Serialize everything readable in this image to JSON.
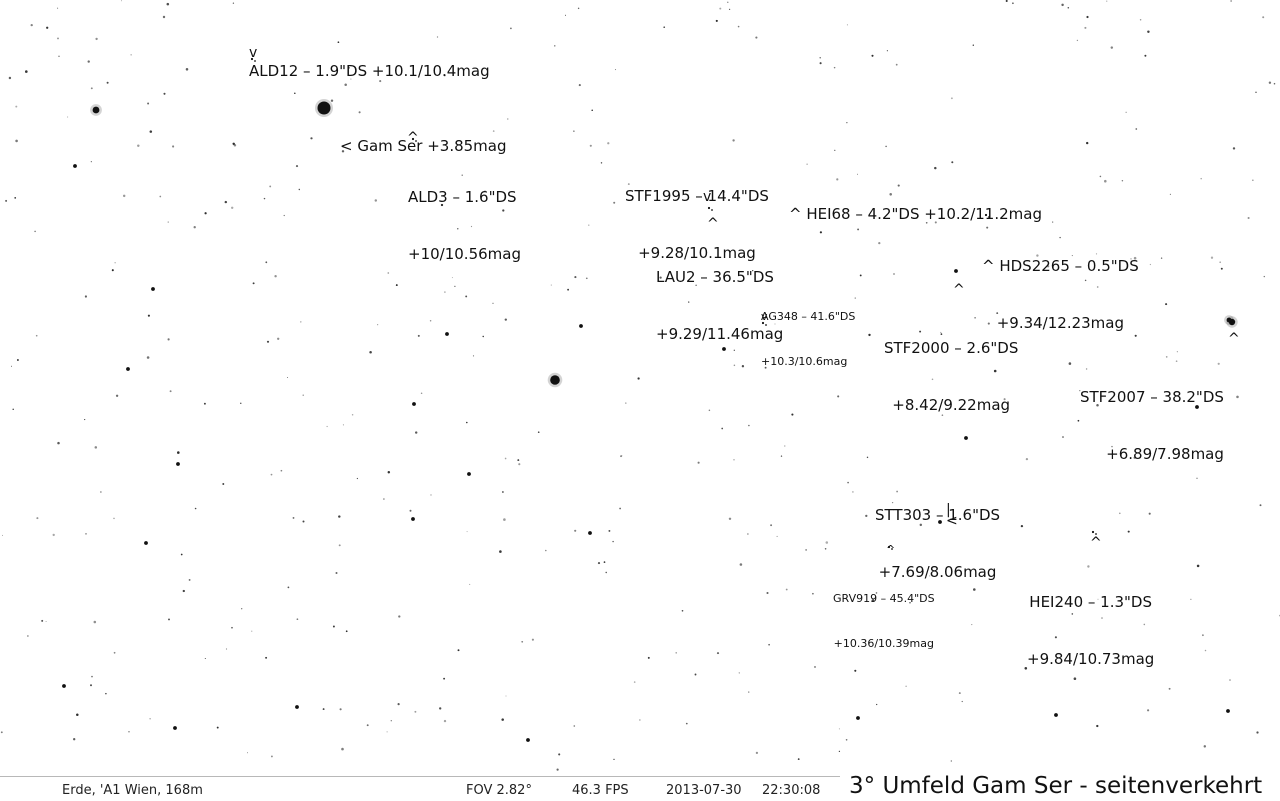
{
  "view_title": "3° Umfeld Gam Ser - seitenverkehrt",
  "status_bar": {
    "location": "Erde, 'A1 Wien, 168m",
    "fov": "FOV 2.82°",
    "fps": "46.3 FPS",
    "date": "2013-07-30",
    "time": "22:30:08"
  },
  "labels": {
    "ald12": [
      "ALD12 – 1.9\"DS +10.1/10.4mag"
    ],
    "gam_ser": [
      "< Gam Ser +3.85mag"
    ],
    "ald3": [
      "ALD3 – 1.6\"DS",
      "+10/10.56mag"
    ],
    "stf1995": [
      "STF1995 – 14.4\"DS",
      "+9.28/10.1mag"
    ],
    "hei68": [
      "^ HEI68 – 4.2\"DS +10.2/11.2mag"
    ],
    "lau2": [
      "LAU2 – 36.5\"DS",
      "+9.29/11.46mag"
    ],
    "hds2265": [
      "^ HDS2265 – 0.5\"DS",
      "+9.34/12.23mag"
    ],
    "ag348": [
      "AG348 – 41.6\"DS",
      "+10.3/10.6mag"
    ],
    "stf2000": [
      "STF2000 – 2.6\"DS",
      "+8.42/9.22mag"
    ],
    "stf2007": [
      "STF2007 – 38.2\"DS",
      "+6.89/7.98mag"
    ],
    "stt303": [
      "STT303 – 1.6\"DS",
      "+7.69/8.06mag"
    ],
    "grv919": [
      "GRV919 – 45.4\"DS",
      "+10.36/10.39mag"
    ],
    "hei240": [
      "HEI240 – 1.3\"DS",
      "+9.84/10.73mag"
    ]
  },
  "pointer_glyphs": {
    "down": "v",
    "up": "^",
    "left": "<",
    "bar": "|"
  },
  "colors": {
    "sky": "#ffffff",
    "stars": "#111111",
    "text": "#111111"
  }
}
